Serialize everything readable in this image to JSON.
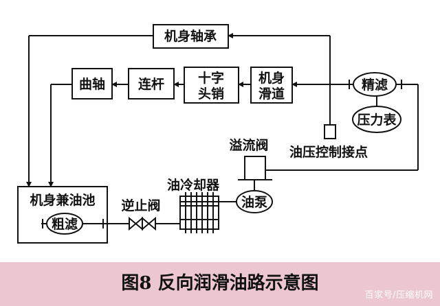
{
  "diagram": {
    "boxes": {
      "bearing": "机身轴承",
      "crankshaft": "曲轴",
      "connecting_rod": "连杆",
      "crosshead_pin": [
        "十字",
        "头销"
      ],
      "slideway": [
        "机身",
        "滑道"
      ],
      "sump": "机身兼油池"
    },
    "circles": {
      "fine_filter": "精滤",
      "pressure_gauge": "压力表",
      "oil_pump": "油泵",
      "coarse_filter": "粗滤"
    },
    "labels": {
      "relief_valve": "溢流阀",
      "pressure_switch": "油压控制接点",
      "oil_cooler": "油冷却器",
      "check_valve": "逆止阀"
    }
  },
  "caption": "图8  反向润滑油路示意图",
  "watermark": "百家号/压缩机网",
  "colors": {
    "band": "#ecc6d1",
    "line": "#111111"
  }
}
